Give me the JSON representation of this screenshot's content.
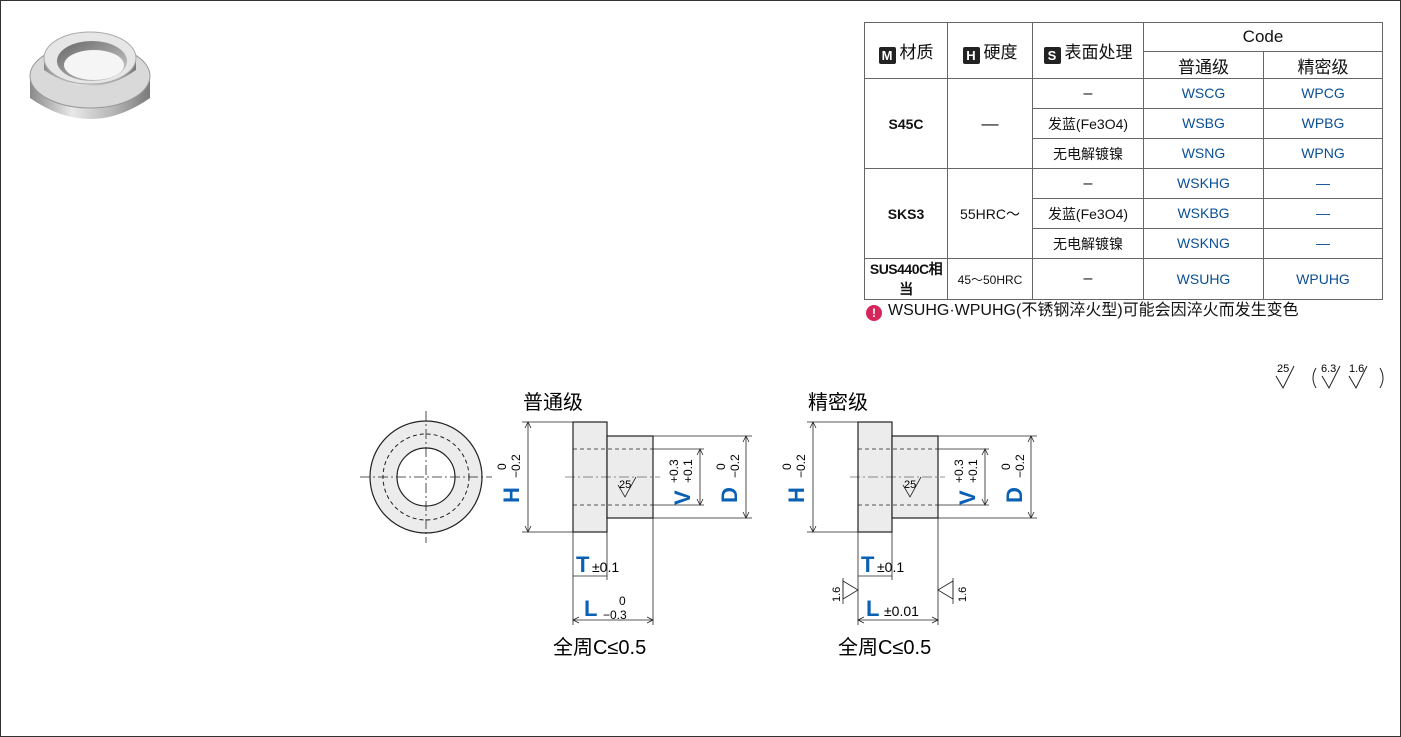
{
  "table": {
    "header": {
      "material": "材质",
      "material_badge": "M",
      "hardness": "硬度",
      "hardness_badge": "H",
      "surface": "表面处理",
      "surface_badge": "S",
      "code": "Code",
      "code_standard": "普通级",
      "code_precision": "精密级"
    },
    "rows": [
      {
        "material": "S45C",
        "hardness": "—",
        "surface": "–",
        "standard": "WSCG",
        "precision": "WPCG"
      },
      {
        "surface": "发蓝(Fe3O4)",
        "standard": "WSBG",
        "precision": "WPBG"
      },
      {
        "surface": "无电解镀镍",
        "standard": "WSNG",
        "precision": "WPNG"
      },
      {
        "material": "SKS3",
        "hardness": "55HRC～",
        "surface": "–",
        "standard": "WSKHG",
        "precision": "—"
      },
      {
        "surface": "发蓝(Fe3O4)",
        "standard": "WSKBG",
        "precision": "—"
      },
      {
        "surface": "无电解镀镍",
        "standard": "WSKNG",
        "precision": "—"
      },
      {
        "material": "SUS440C相当",
        "hardness": "45～50HRC",
        "surface": "–",
        "standard": "WSUHG",
        "precision": "WPUHG"
      }
    ]
  },
  "note": {
    "icon": "exclamation-icon",
    "text": "WSUHG·WPUHG(不锈钢淬火型)可能会因淬火而发生变色"
  },
  "roughness": {
    "main": "25",
    "alt1": "6.3",
    "alt2": "1.6"
  },
  "drawing": {
    "standard_title": "普通级",
    "precision_title": "精密级",
    "h_label": "H",
    "h_tol_upper": "0",
    "h_tol_lower": "−0.2",
    "v_label": "V",
    "v_tol_upper": "+0.3",
    "v_tol_lower": "+0.1",
    "d_label": "D",
    "d_tol_upper": "0",
    "d_tol_lower": "−0.2",
    "t_label": "T",
    "t_tol": "±0.1",
    "l_label": "L",
    "l_tol_upper_std": "0",
    "l_tol_lower_std": "−0.3",
    "l_tol_precision": "±0.01",
    "surface_mark": "25",
    "precision_mark": "1.6",
    "chamfer_note": "全周C≤0.5"
  },
  "colors": {
    "code_blue": "#0a4f96",
    "dim_blue": "#0a60b5",
    "warning_pink": "#d6255a"
  }
}
